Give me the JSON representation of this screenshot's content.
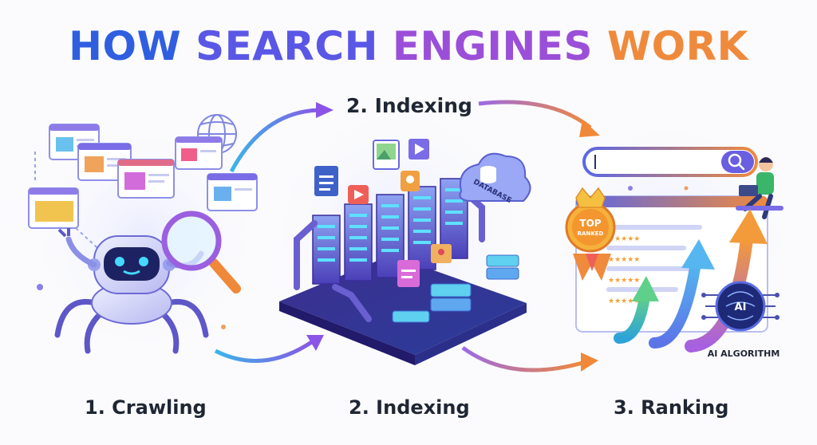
{
  "title": {
    "w1": "HOW",
    "w2": "SEARCH",
    "w3": "ENGINES",
    "w4": "WORK"
  },
  "top_step_label": "2. Indexing",
  "steps": [
    {
      "label": "1. Crawling"
    },
    {
      "label": "2. Indexing"
    },
    {
      "label": "3. Ranking"
    }
  ],
  "database_label": "DATABASE",
  "badge_top": "TOP",
  "badge_ranked": "RANKED",
  "ai_chip_label": "AI",
  "ai_algorithm_label": "AI ALGORITHM",
  "colors": {
    "blue": "#2f5fe0",
    "purple": "#9b4fd8",
    "orange": "#ef8a3c",
    "navy": "#1f2633"
  }
}
